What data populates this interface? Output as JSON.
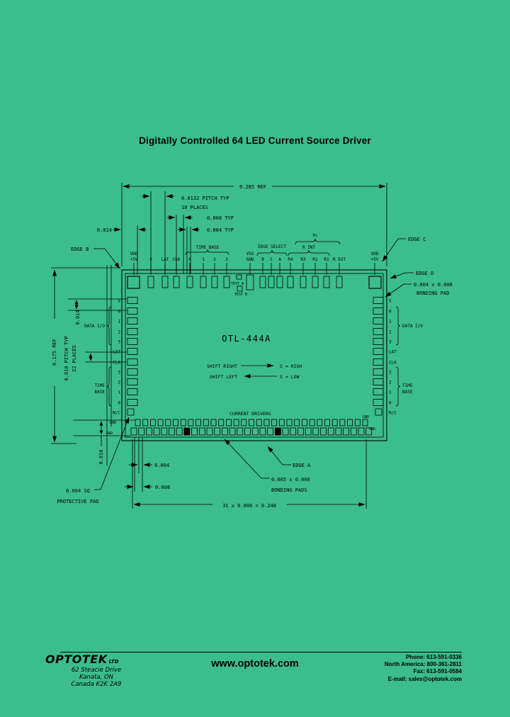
{
  "page": {
    "bg_color": "#3cbd8d",
    "title": "Digitally Controlled 64 LED Current Source Driver"
  },
  "chip": {
    "part_number": "OTL-444A",
    "test_a": "TEST A",
    "test_b": "TEST B",
    "current_drivers": "CURRENT DRIVERS",
    "shift_right": "SHIFT RIGHT",
    "shift_right_state": "S = HIGH",
    "shift_left": "SHIFT LEFT",
    "shift_left_state": "S = LOW",
    "gnd": "GND"
  },
  "top_pins": {
    "vdd_line1": "VDD",
    "vdd_line2": "+5V",
    "s": "S",
    "lat": "LAT",
    "clk": "CLK",
    "time_base_label": "TIME BASE",
    "tb0": "0",
    "tb1": "1",
    "tb2": "2",
    "tb3": "3",
    "vss_line1": "VSS",
    "vss_line2": "GND",
    "edge_select_label": "EDGE SELECT",
    "b": "B",
    "c": "C",
    "a": "A",
    "vc": "Vc",
    "r_int": "R INT",
    "r4": "R4",
    "r3": "R3",
    "r2": "R2",
    "r1": "R1",
    "r_ext": "R EXT"
  },
  "side_pins": {
    "labels": [
      "S",
      "0",
      "1",
      "2",
      "3",
      "LAT",
      "CLK",
      "3",
      "2",
      "1",
      "0",
      "N/C"
    ],
    "data_io": "DATA I/O",
    "time_base_line1": "TIME",
    "time_base_line2": "BASE"
  },
  "edges": {
    "a": "EDGE A",
    "b": "EDGE B",
    "c": "EDGE C",
    "d": "EDGE D"
  },
  "dimensions": {
    "ref_width": "0.285 REF",
    "top_pitch": "0.0132 PITCH    TYP",
    "top_pitch_places": "10 PLACES",
    "typ_008": "0.008 TYP",
    "typ_004": "0.004 TYP",
    "top_left": "0.014",
    "left_gap": "0.014",
    "ref_height": "0.175 REF",
    "left_pitch": "0.010 PITCH TYP",
    "left_pitch_places": "22 PLACES",
    "bottom_row_gap": "0.010",
    "pad_width": "0.004",
    "pad_pitch": "0.008",
    "bottom_total": "31 x 0.008 = 0.248",
    "bonding_pad_size_line1": "0.004 x 0.008",
    "bonding_pad_size_line2": "BONDING PAD",
    "bottom_pad_size_line1": "0.005 x 0.006",
    "bottom_pad_size_line2": "BONDING PADS",
    "protective_pad_line1": "0.004 SQ",
    "protective_pad_line2": "PROTECTIVE PAD"
  },
  "footer": {
    "company": "OPTOTEK",
    "company_suffix": "LTD",
    "address_line1": "62 Steacie Drive",
    "address_line2": "Kanata, ON",
    "address_line3": "Canada K2K 2A9",
    "website": "www.optotek.com",
    "phone": "Phone: 613-591-0336",
    "north_america": "North America: 800-361-2811",
    "fax": "Fax: 613-591-0584",
    "email": "E-mail: sales@optotek.com"
  }
}
